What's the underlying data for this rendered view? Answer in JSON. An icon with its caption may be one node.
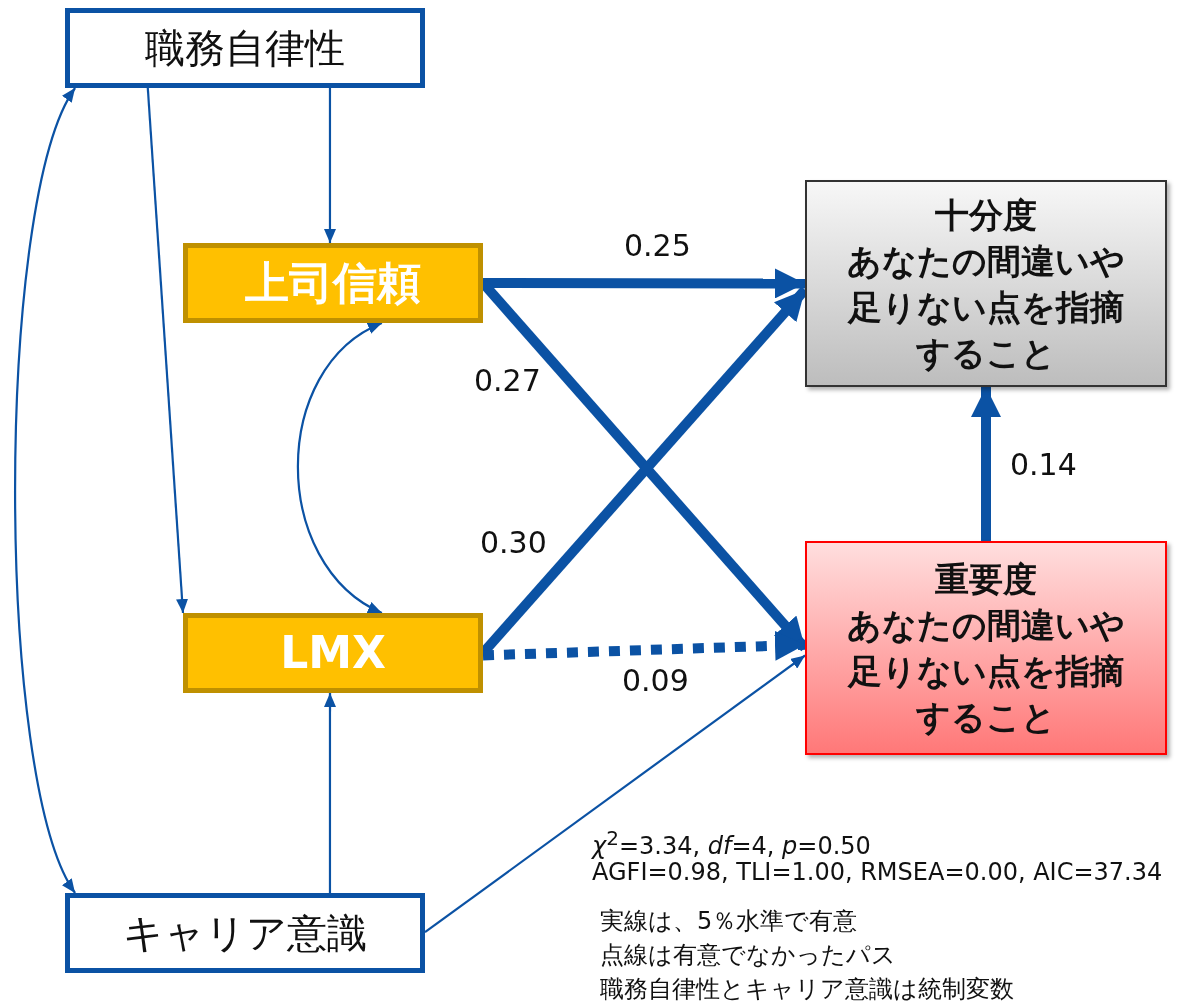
{
  "diagram": {
    "nodes": [
      {
        "text": [
          "職務自律性"
        ]
      },
      {
        "text": [
          "上司信頼"
        ]
      },
      {
        "text": [
          "LMX"
        ]
      },
      {
        "text": [
          "十分度",
          "あなたの間違いや足りない点を指摘すること"
        ]
      },
      {
        "text": [
          "重要度",
          "あなたの間違いや足りない点を指摘すること"
        ]
      },
      {
        "text": [
          "キャリア意識"
        ]
      }
    ],
    "edges": [
      {
        "from": 0,
        "to": 1,
        "arrow": "to"
      },
      {
        "from": 0,
        "to": 2,
        "arrow": "to"
      },
      {
        "from": 5,
        "to": 0,
        "arrow": "both"
      },
      {
        "from": 1,
        "to": 2,
        "arrow": "both"
      },
      {
        "from": 5,
        "to": 2,
        "arrow": "to"
      },
      {
        "from": 1,
        "to": 3,
        "arrow": "to",
        "style": "thick",
        "label": "0.25"
      },
      {
        "from": 1,
        "to": 4,
        "arrow": "to",
        "style": "thick",
        "label": "0.27"
      },
      {
        "from": 2,
        "to": 3,
        "arrow": "to",
        "style": "thick",
        "label": "0.30"
      },
      {
        "from": 2,
        "to": 4,
        "arrow": "to",
        "style": "dashed",
        "label": "0.09"
      },
      {
        "from": 4,
        "to": 3,
        "arrow": "to",
        "style": "thick",
        "label": "0.14"
      },
      {
        "from": 5,
        "to": 4,
        "arrow": "to"
      }
    ],
    "labels": [
      "*χ*$^{2}$=3.34, *df*=4, *p*=0.50",
      "AGFI=0.98, TLI=1.00, RMSEA=0.00, AIC=37.34",
      "実線は、5％水準で有意",
      "点線は有意でなかったパス",
      "職務自律性とキャリア意識は統制変数"
    ]
  }
}
